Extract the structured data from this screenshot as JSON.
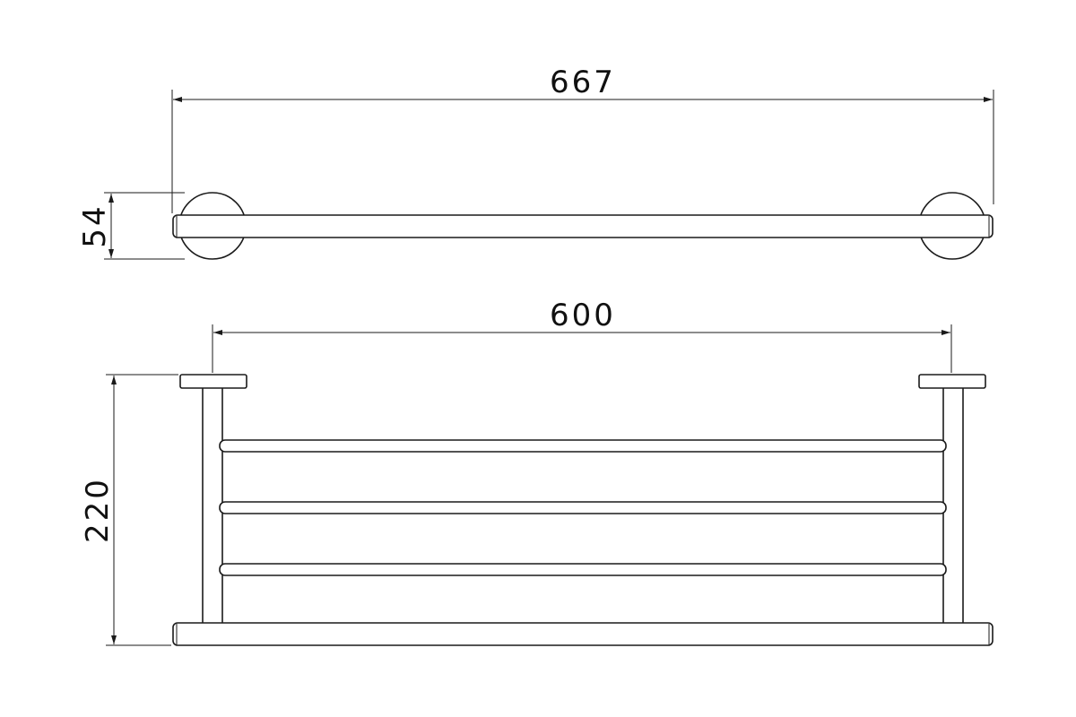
{
  "dimensions": {
    "overall_width": "667",
    "bracket_depth": "54",
    "bracket_spacing": "600",
    "shelf_height": "220"
  },
  "colors": {
    "line": "#1a1a1a",
    "background": "#ffffff"
  }
}
